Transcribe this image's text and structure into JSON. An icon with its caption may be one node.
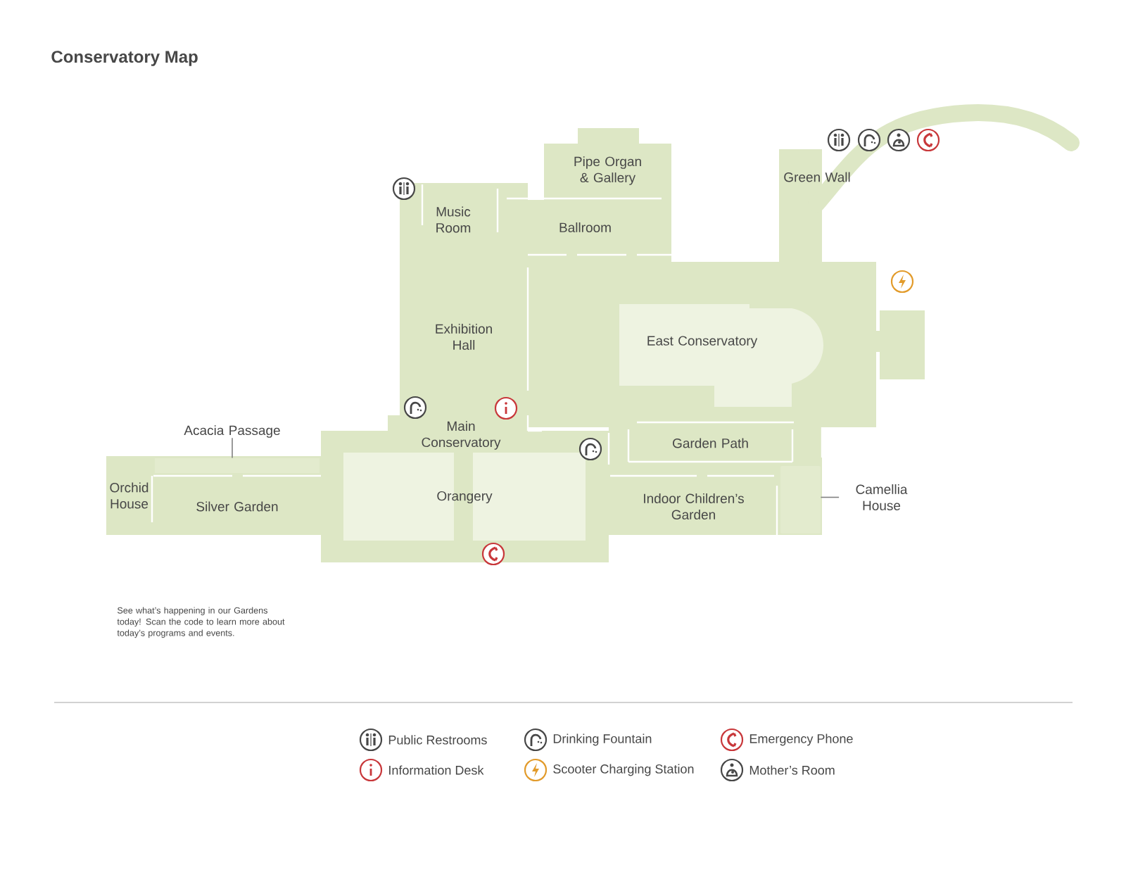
{
  "diagram": {
    "title": "Conservatory Map",
    "nodes": [
      {
        "text": [
          "Pipe Organ & Gallery"
        ]
      },
      {
        "text": [
          "Green Wall"
        ]
      },
      {
        "text": [
          "Music Room"
        ]
      },
      {
        "text": [
          "Ballroom"
        ]
      },
      {
        "text": [
          "Exhibition Hall"
        ]
      },
      {
        "text": [
          "East Conservatory"
        ]
      },
      {
        "text": [
          "Main Conservatory"
        ]
      },
      {
        "text": [
          "Orangery"
        ]
      },
      {
        "text": [
          "Acacia Passage"
        ]
      },
      {
        "text": [],
        "shape": "bar"
      },
      {
        "text": [
          "Orchid House"
        ]
      },
      {
        "text": [
          "Silver Garden"
        ]
      },
      {
        "text": [
          "Garden Path"
        ]
      },
      {
        "text": [
          "Indoor Children’s Garden"
        ]
      },
      {
        "text": [
          "Camellia House"
        ]
      },
      {
        "text": [],
        "shape": "box"
      }
    ],
    "edges": [
      {
        "from": 8,
        "to": 9,
        "arrow": "none"
      },
      {
        "from": 14,
        "to": 15,
        "arrow": "none"
      }
    ],
    "labels": [
      "See what’s happening in our Gardens today! Scan the code to learn more about today’s programs and events."
    ],
    "legend": [
      {
        "text": "Public Restrooms"
      },
      {
        "text": "Drinking Fountain"
      },
      {
        "text": "Emergency Phone"
      },
      {
        "text": "Information Desk"
      },
      {
        "text": "Scooter Charging Station"
      },
      {
        "text": "Mother’s Room"
      }
    ]
  }
}
